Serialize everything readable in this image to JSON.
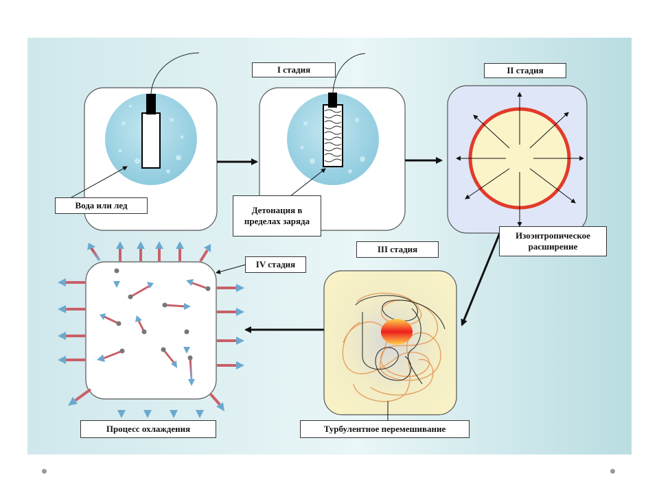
{
  "labels": {
    "water_or_ice": "Вода или лед",
    "stage_1": "I стадия",
    "detonation": "Детонация в пределах заряда",
    "stage_2": "II стадия",
    "isentropic": "Изоэнтропическое расширение",
    "stage_3": "III стадия",
    "turbulent": "Турбулентное перемешивание",
    "stage_4": "IV стадия",
    "cooling": "Процесс охлаждения"
  },
  "colors": {
    "panel_gradient_left": "#cfe8ec",
    "panel_gradient_right": "#b9dde2",
    "water": "#a8d8e6",
    "fireball_fill": "#fbf4c9",
    "fireball_ring": "#e23b2a",
    "stage2_bg": "#dfe6f7",
    "stage3_bg": "#f6f1c4",
    "arrow_blue": "#7fb8d8",
    "arrow_red": "#d0424a",
    "turbulence_orange": "#e69a5a"
  }
}
